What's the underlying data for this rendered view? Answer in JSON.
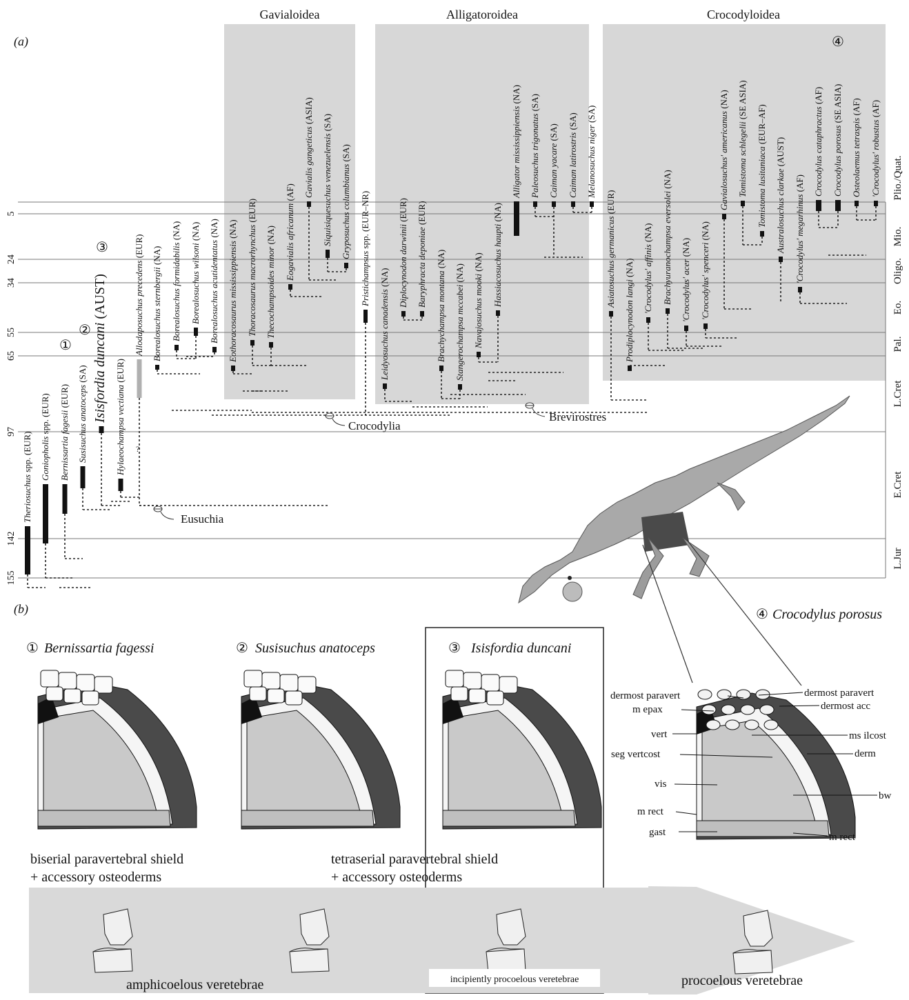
{
  "panel_labels": {
    "a": "(a)",
    "b": "(b)"
  },
  "clade_boxes": [
    "Gavialoidea",
    "Alligatoroidea",
    "Crocodyloidea"
  ],
  "node_labels": {
    "crocodylia": "Crocodylia",
    "brevirostres": "Brevirostres",
    "eusuchia": "Eusuchia"
  },
  "age_ticks": [
    "5",
    "24",
    "34",
    "55",
    "65",
    "97",
    "142",
    "155"
  ],
  "periods": [
    "Plio./Quat.",
    "Mio.",
    "Oligo.",
    "Eo.",
    "Pal.",
    "L.Cret",
    "E.Cret",
    "L.Jur"
  ],
  "taxa": [
    {
      "name": "Theriosuchus",
      "suffix": " spp. (EUR)"
    },
    {
      "name": "Goniopholis",
      "suffix": " spp. (EUR)"
    },
    {
      "name": "Bernissartia fagesii",
      "suffix": " (EUR)"
    },
    {
      "name": "Susisuchus anatoceps",
      "suffix": " (SA)"
    },
    {
      "name": "Isisfordia duncani",
      "suffix": " (AUST)"
    },
    {
      "name": "Hylaeochampsa vectiana",
      "suffix": " (EUR)"
    },
    {
      "name": "Allodaposuchus precedens",
      "suffix": " (EUR)"
    },
    {
      "name": "Borealosuchus sternbergii",
      "suffix": " (NA)"
    },
    {
      "name": "Borealosuchus formidabilis",
      "suffix": " (NA)"
    },
    {
      "name": "Borealosuchus wilsoni",
      "suffix": " (NA)"
    },
    {
      "name": "Borealosuchus acutidentatus",
      "suffix": " (NA)"
    },
    {
      "name": "Eothoracosaurus mississippiensis",
      "suffix": " (NA)"
    },
    {
      "name": "Thoracosaurus macrorhynchus",
      "suffix": " (EUR)"
    },
    {
      "name": "Thecochampsoides minor",
      "suffix": " (NA)"
    },
    {
      "name": "Eogavialis africanum",
      "suffix": " (AF)"
    },
    {
      "name": "Gavialis gangeticus",
      "suffix": " (ASIA)"
    },
    {
      "name": "Siquisiquesuchus venezuelensis",
      "suffix": " (SA)"
    },
    {
      "name": "Gryposuchus columbianus",
      "suffix": " (SA)"
    },
    {
      "name": "Pristichampsus",
      "suffix": " spp. (EUR–NR)"
    },
    {
      "name": "Leidyosuchus canadensis",
      "suffix": " (NA)"
    },
    {
      "name": "Diplocynodon darwinii",
      "suffix": " (EUR)"
    },
    {
      "name": "Baryphracta deponiae",
      "suffix": " (EUR)"
    },
    {
      "name": "Brachychampsa montana",
      "suffix": " (NA)"
    },
    {
      "name": "Stangerochampsa mccabei",
      "suffix": " (NA)"
    },
    {
      "name": "Navajosuchus mooki",
      "suffix": " (NA)"
    },
    {
      "name": "Hassiacosuchus haupti",
      "suffix": " (NA)"
    },
    {
      "name": "Alligator mississippiensis",
      "suffix": " (NA)"
    },
    {
      "name": "Paleosuchus trigonatus",
      "suffix": " (SA)"
    },
    {
      "name": "Caiman yacare",
      "suffix": " (SA)"
    },
    {
      "name": "Caiman latirostris",
      "suffix": " (SA)"
    },
    {
      "name": "Melanosuchus niger",
      "suffix": " (SA)"
    },
    {
      "name": "Asiatosuchus germanicus",
      "suffix": " (EUR)"
    },
    {
      "name": "Prodiplocynodon langi",
      "suffix": " (NA)"
    },
    {
      "name": "'Crocodylus' affinis",
      "suffix": " (NA)"
    },
    {
      "name": "Brachyuranochampsa eversolei",
      "suffix": " (NA)"
    },
    {
      "name": "'Crocodylus' acer",
      "suffix": " (NA)"
    },
    {
      "name": "'Crocodylus' spenceri",
      "suffix": " (NA)"
    },
    {
      "name": "Gavialosuchus' americanus",
      "suffix": " (NA)"
    },
    {
      "name": "Tomistoma schlegelii",
      "suffix": " (SE ASIA)"
    },
    {
      "name": "Tomistoma lusitaniaca",
      "suffix": " (EUR–AF)"
    },
    {
      "name": "Australosuchus clarkae",
      "suffix": " (AUST)"
    },
    {
      "name": "'Crocodylus' megarhinus",
      "suffix": " (AF)"
    },
    {
      "name": "Crocodylus cataphractus",
      "suffix": " (AF)"
    },
    {
      "name": "Crocodylus  porosus",
      "suffix": " (SE ASIA)"
    },
    {
      "name": "Osteolaemus tetraspis",
      "suffix": " (AF)"
    },
    {
      "name": "'Crocodylus' robustus",
      "suffix": " (AF)"
    }
  ],
  "circled_numbers": [
    "①",
    "②",
    "③",
    "④"
  ],
  "panel_b": {
    "titles": [
      "Bernissartia fagessi",
      "Susisuchus anatoceps",
      "Isisfordia duncani",
      "Crocodylus porosus"
    ],
    "shield_text": {
      "biserial_1": "biserial paravertebral shield",
      "biserial_2": "+ accessory osteoderms",
      "tetraserial_1": "tetraserial paravertebral shield",
      "tetraserial_2": "+ accessory osteoderms"
    },
    "vertebrae_text": {
      "amphicoelous": "amphicoelous veretebrae",
      "incipient": "incipiently procoelous veretebrae",
      "procoelous": "procoelous veretebrae"
    },
    "anatomy_labels": {
      "left": [
        "dermost paravert",
        "m epax",
        "vert",
        "seg vertcost",
        "vis",
        "m rect",
        "gast"
      ],
      "right": [
        "dermost paravert",
        "dermost acc",
        "ms ilcost",
        "derm",
        "bw",
        "m rect"
      ]
    },
    "question_mark": "?"
  },
  "colors": {
    "clade_box": "#d7d7d7",
    "dark_tissue": "#4a4a4a",
    "croc_body": "#a9a9a9",
    "arrow": "#d9d9d9"
  }
}
